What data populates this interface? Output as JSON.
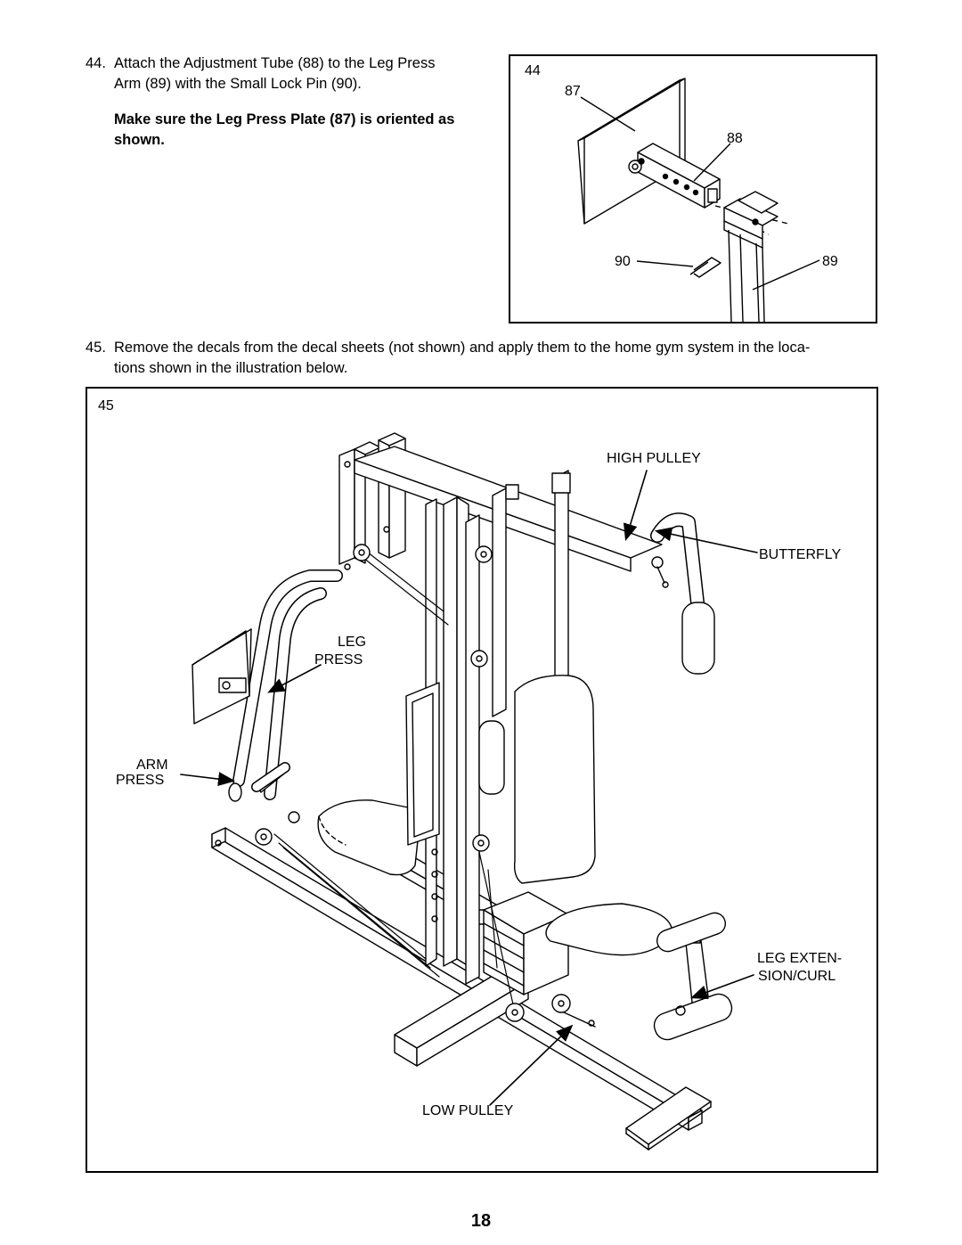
{
  "step44": {
    "number": "44.",
    "line1": "Attach the Adjustment Tube (88) to the Leg Press",
    "line2": "Arm (89) with the Small Lock Pin (90).",
    "bold_line1": "Make sure the Leg Press Plate (87) is oriented as",
    "bold_line2": "shown."
  },
  "fig44": {
    "number": "44",
    "callouts": {
      "c87": "87",
      "c88": "88",
      "c89": "89",
      "c90": "90"
    }
  },
  "step45": {
    "number": "45.",
    "line1": "Remove the decals from the decal sheets (not shown) and apply them to the home gym system in the loca-",
    "line2": "tions shown in the illustration below."
  },
  "fig45": {
    "number": "45",
    "labels": {
      "high_pulley": "HIGH PULLEY",
      "butterfly": "BUTTERFLY",
      "leg_press_1": "LEG",
      "leg_press_2": "PRESS",
      "arm_press_1": "ARM",
      "arm_press_2": "PRESS",
      "leg_ext_1": "LEG EXTEN-",
      "leg_ext_2": "SION/CURL",
      "low_pulley": "LOW PULLEY"
    }
  },
  "page_number": "18"
}
